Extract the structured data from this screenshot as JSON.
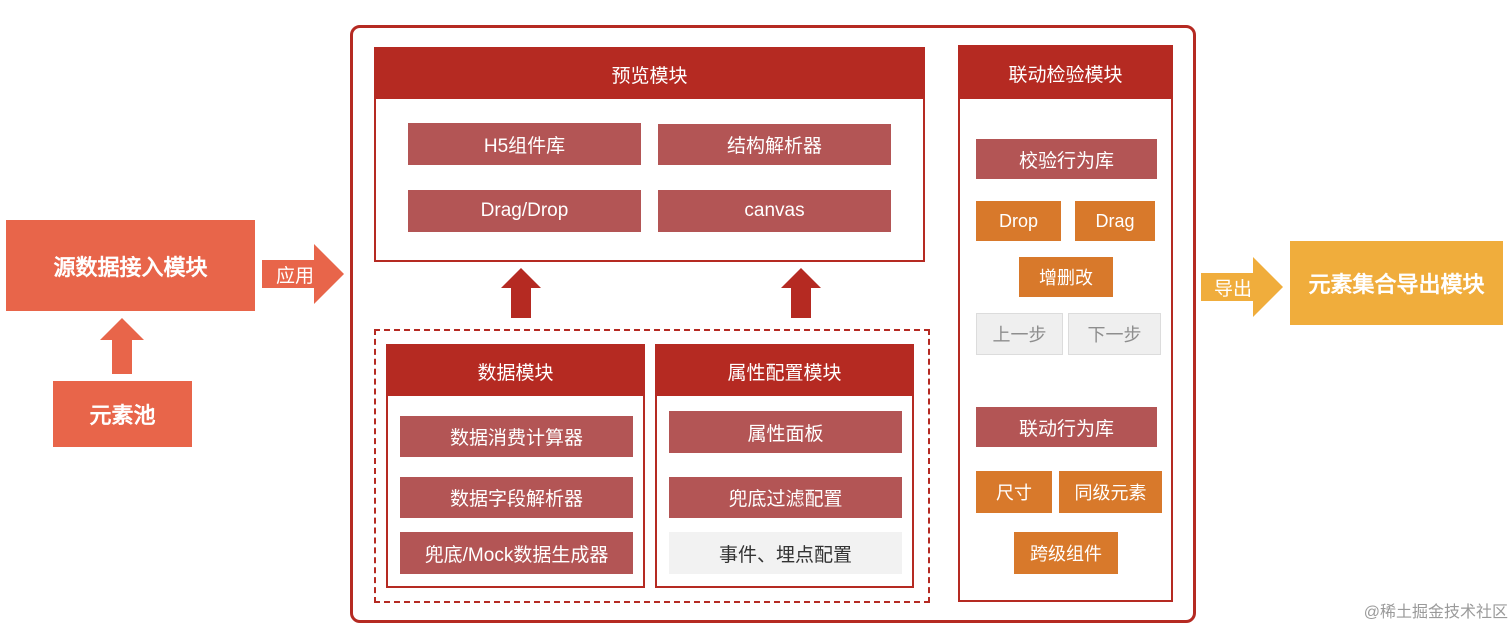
{
  "colors": {
    "accent_red": "#b52a22",
    "chip_red": "#b35555",
    "orange": "#d8792b",
    "source_orange": "#e8654a",
    "export_yellow": "#f0ad3c"
  },
  "source": {
    "module_label": "源数据接入模块",
    "pool_label": "元素池",
    "apply_label": "应用"
  },
  "preview": {
    "title": "预览模块",
    "items": [
      "H5组件库",
      "结构解析器",
      "Drag/Drop",
      "canvas"
    ]
  },
  "data_module": {
    "title": "数据模块",
    "items": [
      "数据消费计算器",
      "数据字段解析器",
      "兜底/Mock数据生成器"
    ]
  },
  "property_module": {
    "title": "属性配置模块",
    "items": [
      "属性面板",
      "兜底过滤配置",
      "事件、埋点配置"
    ]
  },
  "linkage": {
    "title": "联动检验模块",
    "validation_lib": "校验行为库",
    "drop": "Drop",
    "drag": "Drag",
    "crud": "增删改",
    "undo": "上一步",
    "redo": "下一步",
    "linkage_lib": "联动行为库",
    "size": "尺寸",
    "sibling": "同级元素",
    "cross_level": "跨级组件"
  },
  "export": {
    "label": "导出",
    "module_label": "元素集合导出模块"
  },
  "watermark": "@稀土掘金技术社区"
}
